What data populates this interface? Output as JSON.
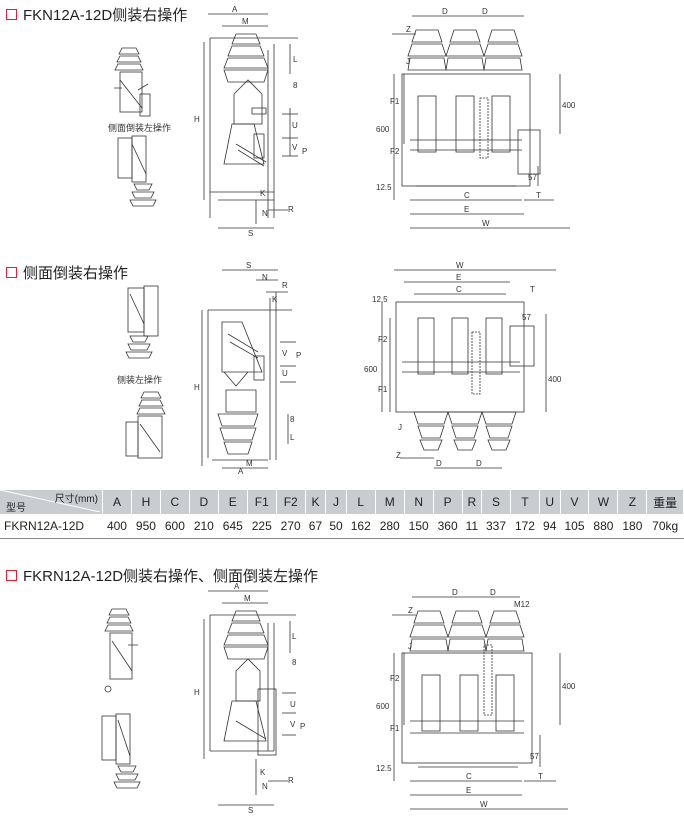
{
  "sections": [
    {
      "title": "FKN12A-12D侧装右操作"
    },
    {
      "title": "侧面倒装右操作"
    },
    {
      "title": "FKRN12A-12D侧装右操作、侧面倒装左操作"
    }
  ],
  "captions": {
    "s1_small": "侧面倒装左操作",
    "s2_small": "侧装左操作"
  },
  "labels": {
    "A": "A",
    "M": "M",
    "L": "L",
    "H": "H",
    "U": "U",
    "V": "V",
    "P": "P",
    "K": "K",
    "N": "N",
    "R": "R",
    "S": "S",
    "D": "D",
    "Z": "Z",
    "J": "J",
    "F1": "F1",
    "F2": "F2",
    "C": "C",
    "E": "E",
    "W": "W",
    "T": "T",
    "d8": "8",
    "d57": "57",
    "d400": "400",
    "d600": "600",
    "d12_5": "12.5",
    "M12": "M12"
  },
  "table": {
    "corner_top": "尺寸(mm)",
    "corner_bottom": "型号",
    "headers": [
      "A",
      "H",
      "C",
      "D",
      "E",
      "F1",
      "F2",
      "K",
      "J",
      "L",
      "M",
      "N",
      "P",
      "R",
      "S",
      "T",
      "U",
      "V",
      "W",
      "Z",
      "重量"
    ],
    "row": {
      "model": "FKRN12A-12D",
      "values": [
        "400",
        "950",
        "600",
        "210",
        "645",
        "225",
        "270",
        "67",
        "50",
        "162",
        "280",
        "150",
        "360",
        "11",
        "337",
        "172",
        "94",
        "105",
        "880",
        "180",
        "70kg"
      ]
    }
  }
}
